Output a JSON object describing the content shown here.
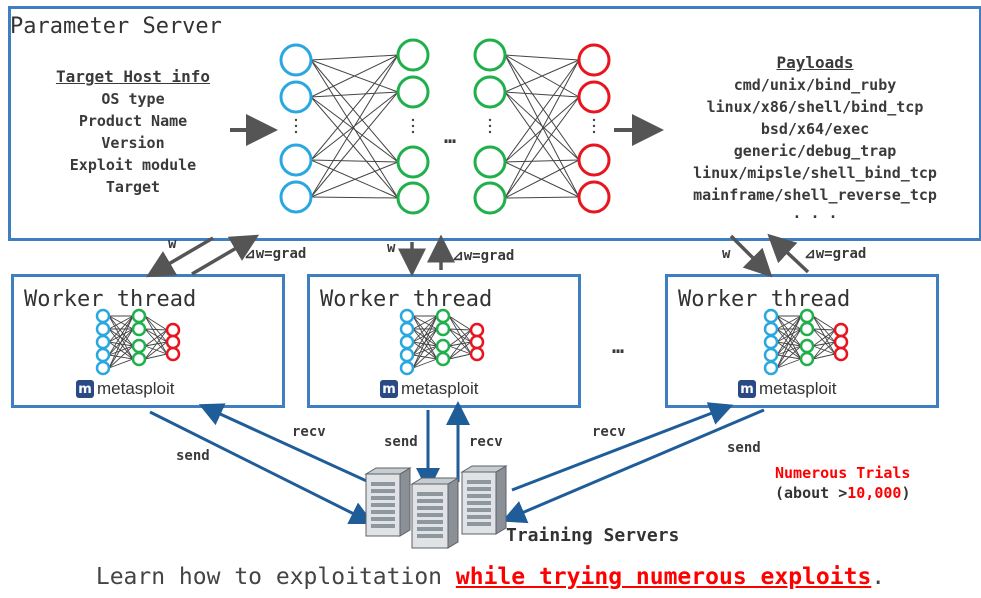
{
  "parameter_server": {
    "title": "Parameter Server",
    "target_info": {
      "header": "Target Host info",
      "items": [
        "OS type",
        "Product Name",
        "Version",
        "Exploit module",
        "Target"
      ]
    },
    "ellipsis": "…",
    "payloads": {
      "header": "Payloads",
      "items": [
        "cmd/unix/bind_ruby",
        "linux/x86/shell/bind_tcp",
        "bsd/x64/exec",
        "generic/debug_trap",
        "linux/mipsle/shell_bind_tcp",
        "mainframe/shell_reverse_tcp"
      ],
      "more": ". . ."
    }
  },
  "links": {
    "w_label": "w",
    "grad_label": "⊿w=grad"
  },
  "workers": [
    {
      "title": "Worker thread",
      "logo_text": "metasploit"
    },
    {
      "title": "Worker thread",
      "logo_text": "metasploit"
    },
    {
      "title": "Worker thread",
      "logo_text": "metasploit"
    }
  ],
  "worker_ellipsis": "…",
  "comm": {
    "send": "send",
    "recv": "recv"
  },
  "servers": {
    "label": "Training Servers"
  },
  "trials": {
    "line1": "Numerous Trials",
    "line2_prefix": "(about >",
    "line2_value": "10,000",
    "line2_suffix": ")"
  },
  "bottom": {
    "prefix": "Learn how to exploitation ",
    "emphasis": "while trying numerous exploits",
    "suffix": "."
  },
  "colors": {
    "frame": "#3f7fc1",
    "input_nodes": "#29a8e0",
    "hidden_nodes": "#1fb04b",
    "output_nodes": "#e8141e",
    "arrow_blue": "#1f5d99",
    "arrow_gray": "#555555"
  }
}
